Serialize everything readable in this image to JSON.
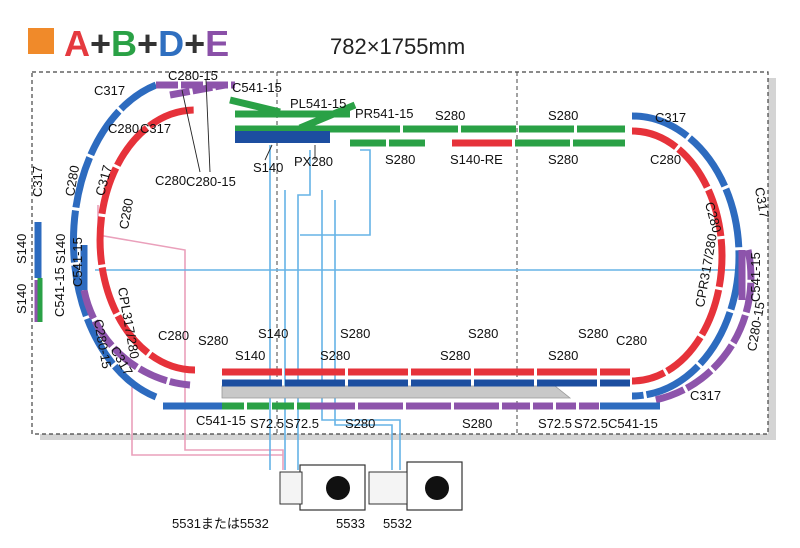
{
  "title": {
    "letters": [
      {
        "text": "A",
        "color": "#e53a3f"
      },
      {
        "text": "+",
        "color": "#333333"
      },
      {
        "text": "B",
        "color": "#2aa145"
      },
      {
        "text": "+",
        "color": "#333333"
      },
      {
        "text": "D",
        "color": "#2f6fc0"
      },
      {
        "text": "+",
        "color": "#333333"
      },
      {
        "text": "E",
        "color": "#8a50a8"
      }
    ],
    "dimension": "782×1755mm",
    "marker_color": "#f08a2a"
  },
  "colors": {
    "red": "#e6323a",
    "blue": "#2d6bbf",
    "green": "#2aa146",
    "purple": "#8d54ab",
    "navy": "#1c4ea0",
    "wire_blue": "#66b3e6",
    "wire_pink": "#eaa0bb",
    "platform": "#c8c8c8"
  },
  "labels": {
    "c317_tl": "C317",
    "c280_15_top": "C280-15",
    "c541_15_top": "C541-15",
    "pl541_15": "PL541-15",
    "pr541_15": "PR541-15",
    "s280_top_green": "S280",
    "s280_top_green2": "S280",
    "c317_tr": "C317",
    "c280_tl_outer": "C280",
    "c317_tl_mid": "C317",
    "c317_left": "C317",
    "c280_left_a": "C280",
    "c317_left_b": "C317",
    "c280_tl_inner": "C280",
    "c280_15_mid": "C280-15",
    "s140_top": "S140",
    "px280": "PX280",
    "s280_top_mid": "S280",
    "s140_re": "S140-RE",
    "s280_top_right": "S280",
    "c280_tr": "C280",
    "c317_right": "C317",
    "c280_right": "C280",
    "c280_left_c": "C280",
    "s140_left_outer": "S140",
    "s140_left_inner": "S140",
    "c541_15_left_a": "C541-15",
    "s140_left_green": "S140",
    "c541_15_left_b": "C541-15",
    "cpl317_280": "CPL317/280",
    "cpr317_280": "CPR317/280",
    "c541_15_right": "C541-15",
    "c280_15_left": "C280-15",
    "c280_15_right": "C280-15",
    "c317_bl": "C317",
    "c280_bl": "C280",
    "s280_bot_left": "S280",
    "s140_bot_a": "S140",
    "s140_bot_b": "S140",
    "s280_bot_1": "S280",
    "s280_bot_2": "S280",
    "s280_bot_3": "S280",
    "s280_bot_4": "S280",
    "s280_bot_5": "S280",
    "s280_br": "S280",
    "c280_br": "C280",
    "c317_br": "C317",
    "c541_15_bl": "C541-15",
    "s72_5_a": "S72.5",
    "s72_5_b": "S72.5",
    "s280_bot_c": "S280",
    "s280_bot_d": "S280",
    "s72_5_c": "S72.5",
    "s72_5_d": "S72.5",
    "c541_15_br": "C541-15",
    "controller_left": "5531または5532",
    "controller_mid": "5533",
    "controller_right": "5532"
  }
}
